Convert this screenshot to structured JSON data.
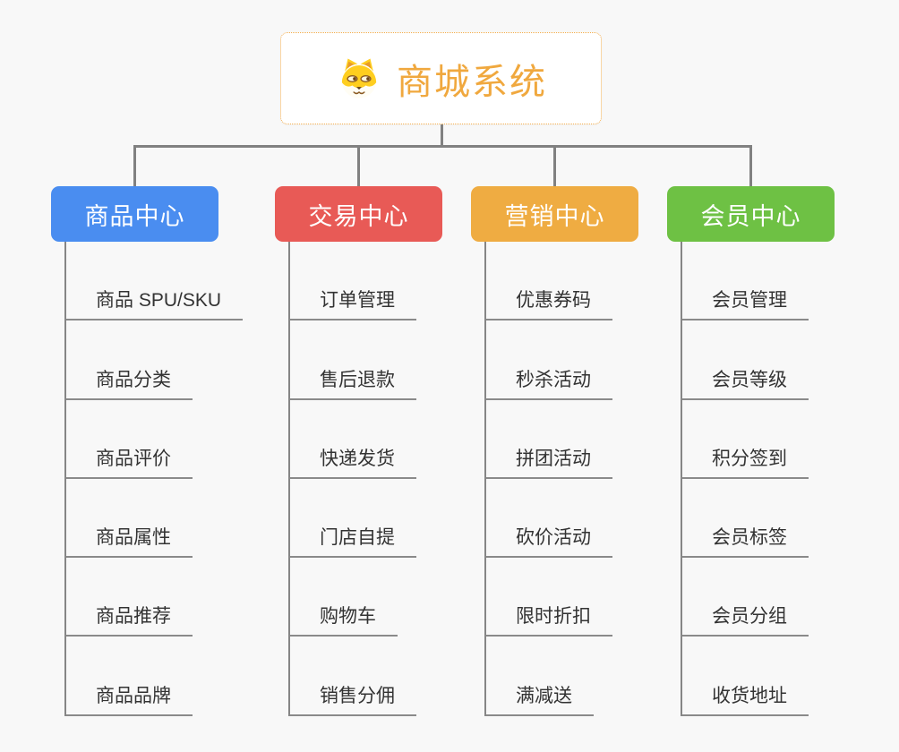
{
  "page": {
    "background_color": "#f8f8f8",
    "connector_color": "#818181"
  },
  "root": {
    "title": "商城系统",
    "title_color": "#f0a83e",
    "border_color": "#f3ac4b",
    "icon": "shiba-dog-icon"
  },
  "branches": [
    {
      "label": "商品中心",
      "color": "#4a8df0",
      "children": [
        "商品 SPU/SKU",
        "商品分类",
        "商品评价",
        "商品属性",
        "商品推荐",
        "商品品牌"
      ]
    },
    {
      "label": "交易中心",
      "color": "#e85a56",
      "children": [
        "订单管理",
        "售后退款",
        "快递发货",
        "门店自提",
        "购物车",
        "销售分佣"
      ]
    },
    {
      "label": "营销中心",
      "color": "#efac42",
      "children": [
        "优惠券码",
        "秒杀活动",
        "拼团活动",
        "砍价活动",
        "限时折扣",
        "满减送"
      ]
    },
    {
      "label": "会员中心",
      "color": "#6ec144",
      "children": [
        "会员管理",
        "会员等级",
        "积分签到",
        "会员标签",
        "会员分组",
        "收货地址"
      ]
    }
  ]
}
